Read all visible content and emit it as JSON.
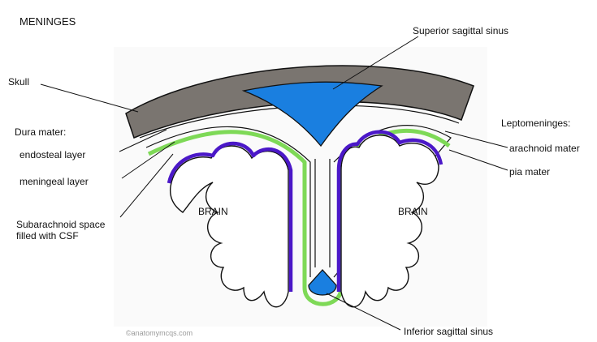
{
  "title": "MENINGES",
  "labels": {
    "skull": "Skull",
    "dura_mater": "Dura mater:",
    "endosteal_layer": "endosteal layer",
    "meningeal_layer": "meningeal layer",
    "subarachnoid_space": "Subarachnoid space filled with CSF",
    "superior_sagittal_sinus": "Superior sagittal sinus",
    "leptomeninges": "Leptomeninges:",
    "arachnoid_mater": "arachnoid mater",
    "pia_mater": "pia mater",
    "brain_left": "BRAIN",
    "brain_right": "BRAIN",
    "inferior_sagittal_sinus": "Inferior sagittal sinus"
  },
  "credit": "©anatomymcqs.com",
  "colors": {
    "skull": "#7a7570",
    "sinus": "#1a7fe0",
    "arachnoid": "#7ed957",
    "pia": "#4b18c8",
    "outline": "#111111",
    "background_panel": "#fafafa"
  }
}
